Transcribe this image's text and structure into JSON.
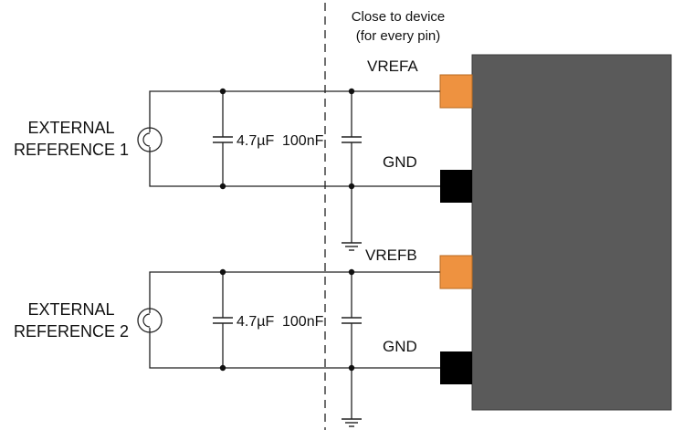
{
  "header_note": {
    "line1": "Close to device",
    "line2": "(for every pin)"
  },
  "references": [
    {
      "line1": "EXTERNAL",
      "line2": "REFERENCE 1"
    },
    {
      "line1": "EXTERNAL",
      "line2": "REFERENCE 2"
    }
  ],
  "capacitors": {
    "bulk": "4.7µF",
    "decoupling": "100nF"
  },
  "pins": {
    "vrefa": "VREFA",
    "vrefb": "VREFB",
    "gnd_a": "GND",
    "gnd_b": "GND"
  },
  "colors": {
    "device_body": "#5a5a5a",
    "vref_pin": "#ee9240",
    "gnd_pin": "#000000",
    "wire": "#222222"
  },
  "icons": {
    "voltage_source": "voltage-source-icon",
    "capacitor": "capacitor-icon",
    "ground": "ground-icon"
  }
}
